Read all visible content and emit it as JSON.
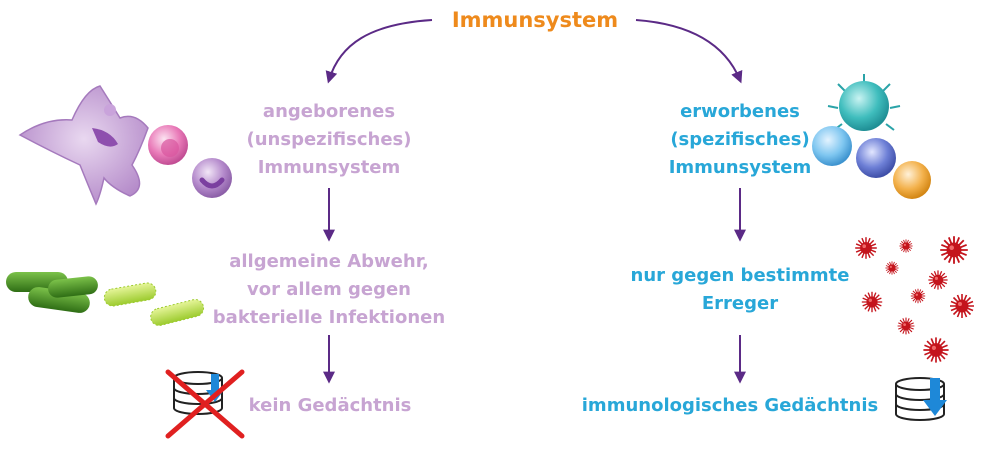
{
  "title": "Immunsystem",
  "innate": {
    "heading": [
      "angeborenes",
      "(unspezifisches)",
      "Immunsystem"
    ],
    "defense": [
      "allgemeine Abwehr,",
      "vor allem gegen",
      "bakterielle Infektionen"
    ],
    "memory": "kein Gedächtnis"
  },
  "adaptive": {
    "heading": [
      "erworbenes",
      "(spezifisches)",
      "Immunsystem"
    ],
    "defense": [
      "nur gegen bestimmte",
      "Erreger"
    ],
    "memory": "immunologisches Gedächtnis"
  },
  "colors": {
    "title": "#ee8a1c",
    "innate_text": "#c7a4d2",
    "adaptive_text": "#28a7d8",
    "arrow": "#5b2a86",
    "bacteria": "#3f8a1e",
    "virus": "#c4141c",
    "cross": "#e02020",
    "memory_arrow": "#1e88d8"
  },
  "icons": [
    "macrophage-icon",
    "lymphocyte-icon",
    "bacteria-icon",
    "virus-icon",
    "memory-disk-icon",
    "crossed-out-icon",
    "download-arrow-icon"
  ]
}
